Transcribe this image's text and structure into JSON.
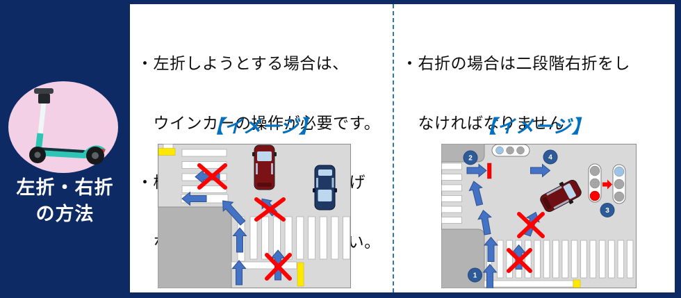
{
  "slide": {
    "sidebar": {
      "title_lines": [
        "左折・右折",
        "の方法"
      ],
      "icon": "e-scooter-icon"
    },
    "left_section": {
      "bullet_lines": [
        "・左折しようとする場合は、",
        "　ウインカーの操作が必要です。",
        "・横断中の歩行者の通行を妨げ",
        "　ないように注意してください。"
      ],
      "image_label": "【イメージ】"
    },
    "right_section": {
      "bullet_lines": [
        "・右折の場合は二段階右折をし",
        "　なければなりません"
      ],
      "image_label": "【イメージ】",
      "step_numbers": [
        "1",
        "2",
        "3",
        "4"
      ]
    },
    "colors": {
      "background_navy": "#0d2a65",
      "panel_white": "#ffffff",
      "label_blue": "#0070c0",
      "divider_blue": "#2e75b6",
      "arrow_blue": "#4472c4",
      "prohibited_red": "#ff0000",
      "scooter_badge_pink": "#f3d0e6",
      "scooter_teal": "#2ec4b6",
      "road_gray": "#d9d9d9",
      "corner_gray": "#b3b3b3",
      "car_dark_red": "#7b1215",
      "car_navy": "#1f3864",
      "window_light_blue": "#bdd7ee",
      "marking_yellow": "#ffe800"
    }
  }
}
